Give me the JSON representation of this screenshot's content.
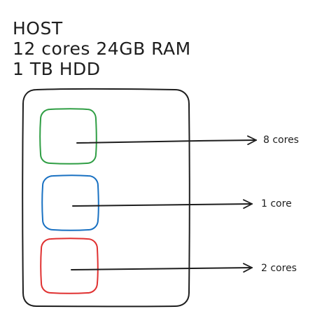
{
  "host": {
    "title_line1": "HOST",
    "title_line2": "12 cores 24GB RAM",
    "title_line3": "1 TB HDD"
  },
  "vms": [
    {
      "label": "8 cores",
      "color": "#2f9e44"
    },
    {
      "label": "1 core",
      "color": "#1971c2"
    },
    {
      "label": "2 cores",
      "color": "#e03131"
    }
  ],
  "stroke_color": "#1e1e1e"
}
